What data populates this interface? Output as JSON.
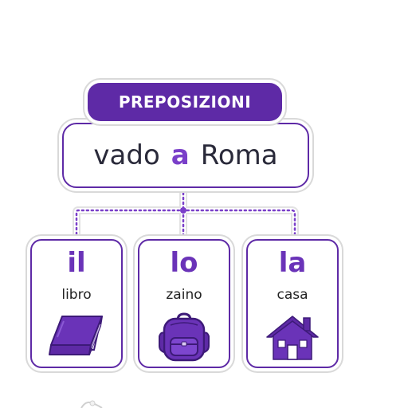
{
  "title": "PREPOSIZIONI",
  "sentence": {
    "before": "vado",
    "preposition": "a",
    "after": "Roma"
  },
  "cards": [
    {
      "article": "il",
      "noun": "libro",
      "icon": "book-icon"
    },
    {
      "article": "lo",
      "noun": "zaino",
      "icon": "backpack-icon"
    },
    {
      "article": "la",
      "noun": "casa",
      "icon": "house-icon"
    }
  ],
  "colors": {
    "primary": "#5e2aa6",
    "accent": "#7a3fc9",
    "text": "#2a2a3a"
  }
}
